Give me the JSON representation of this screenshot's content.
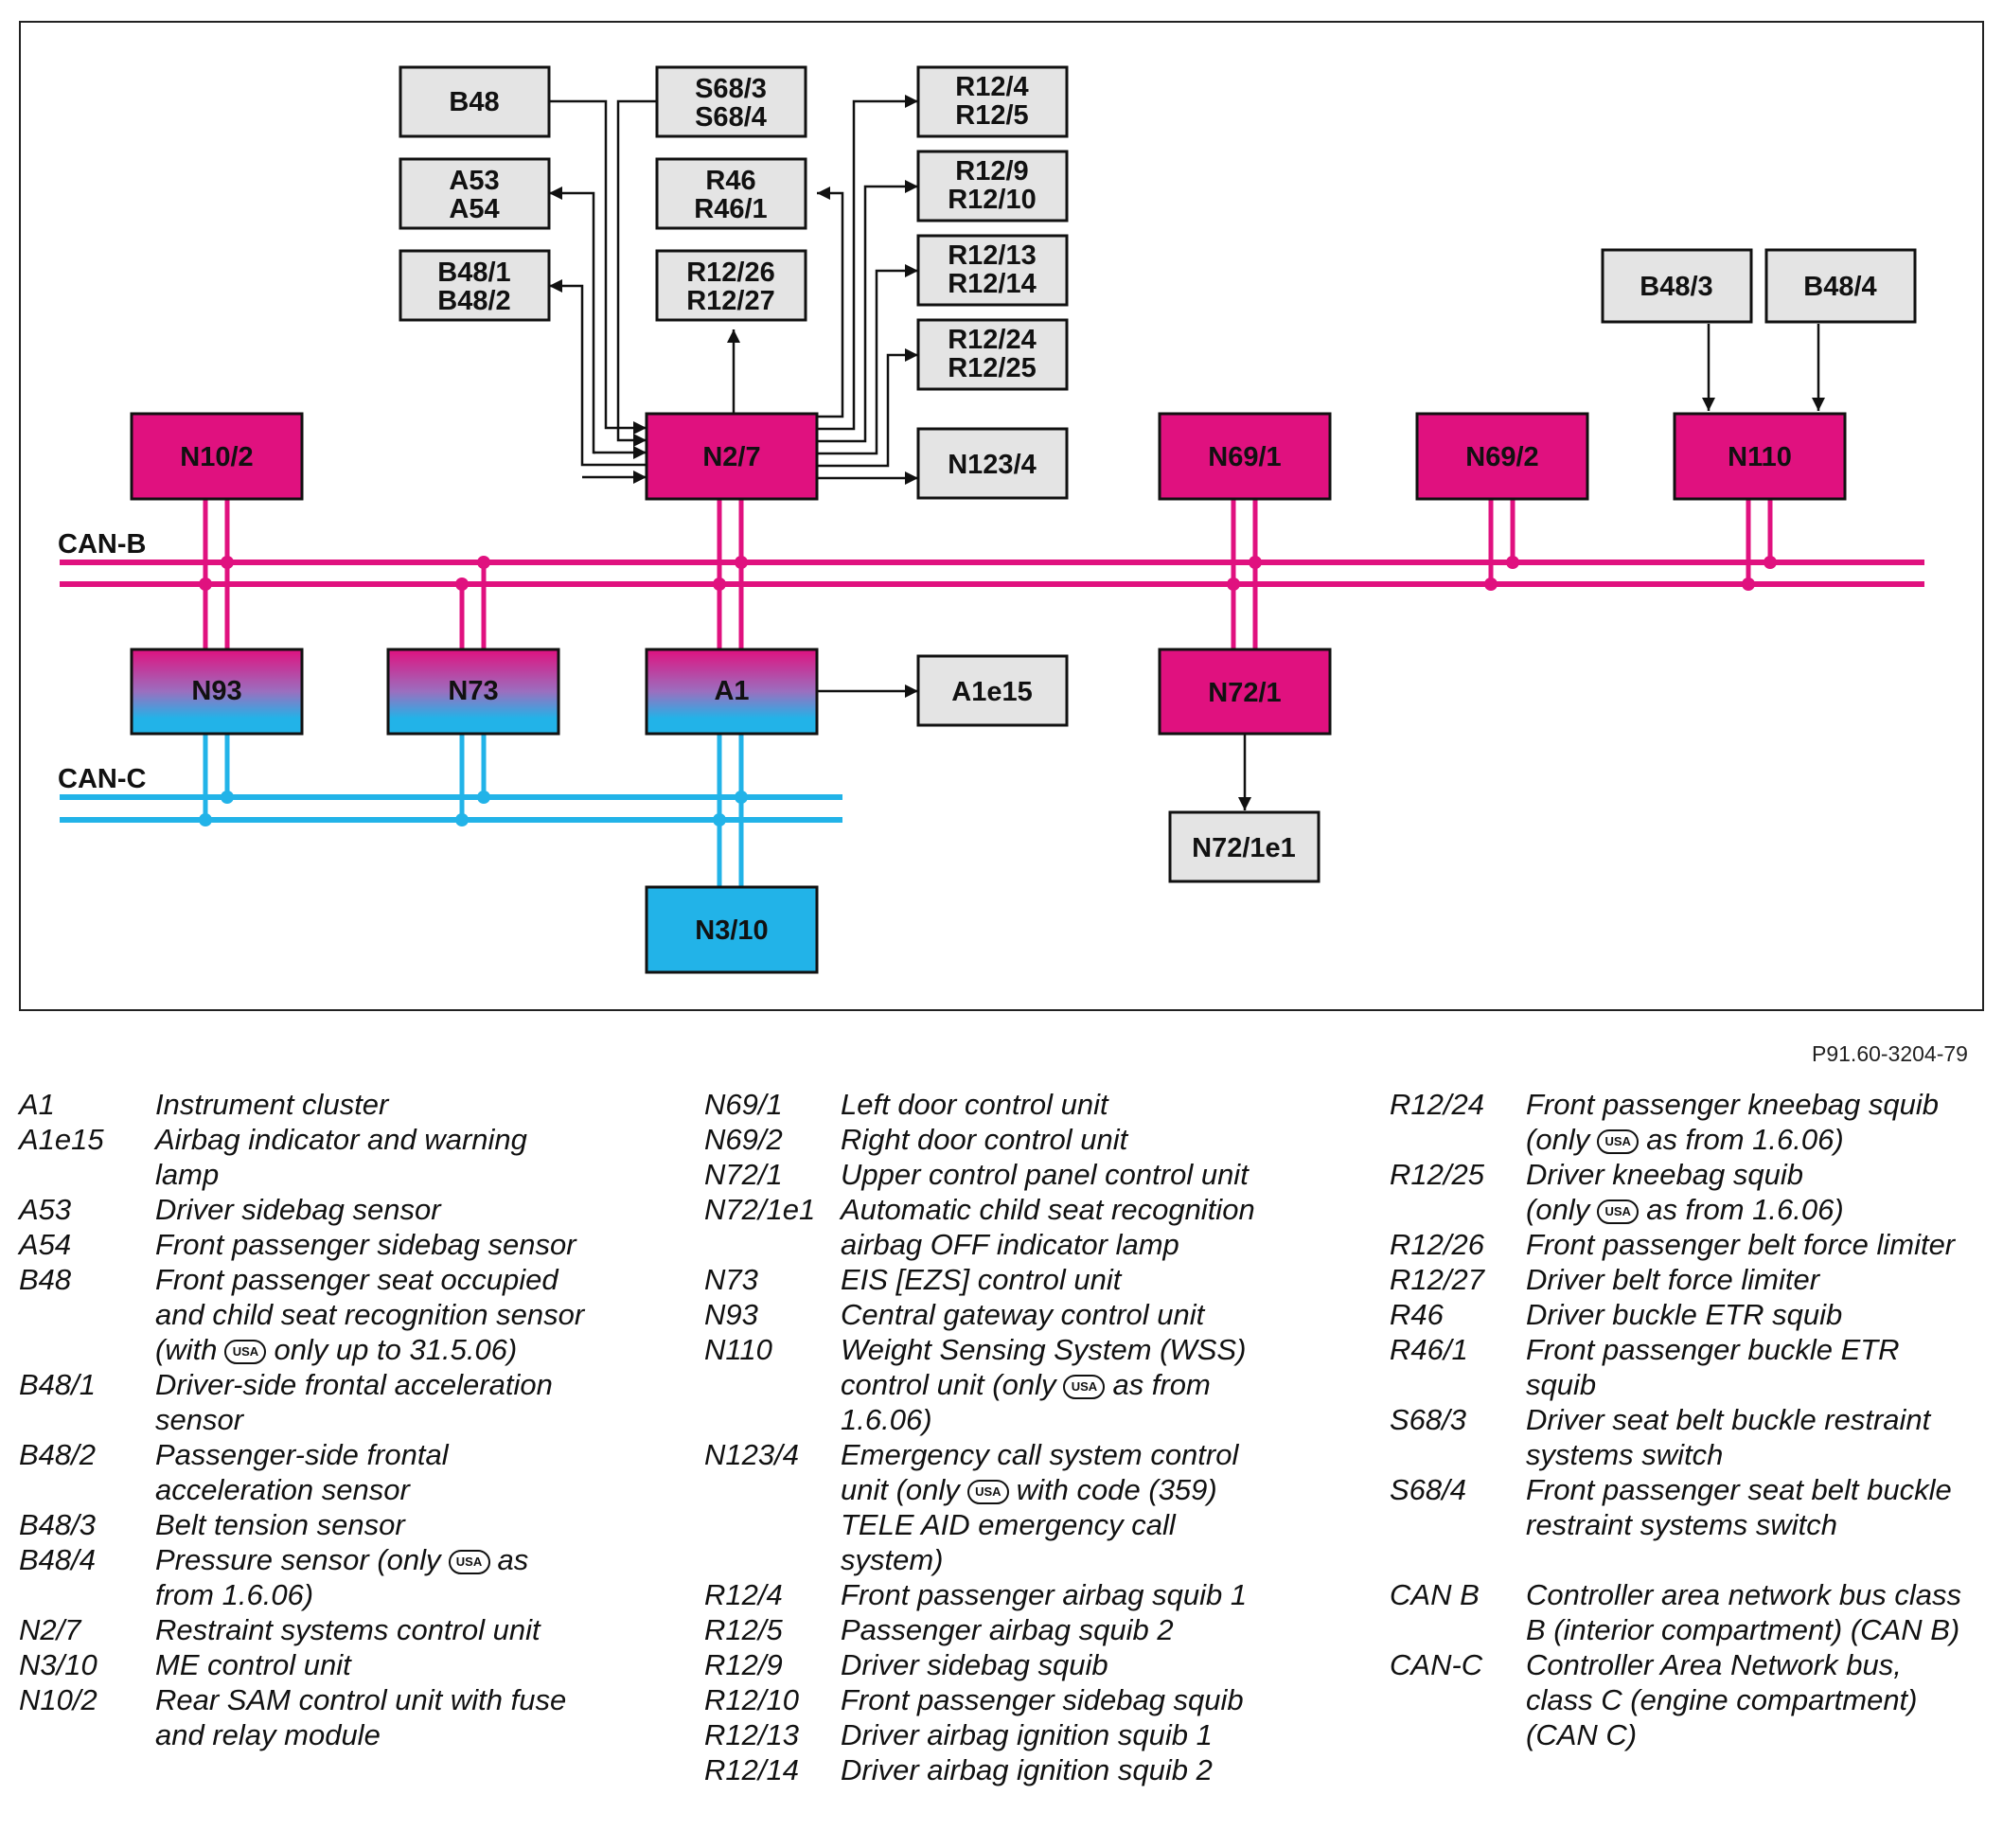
{
  "colors": {
    "can_b": "#e0117f",
    "can_c": "#22b3e8",
    "grey_box": "#e4e4e4",
    "line": "#111111"
  },
  "figure_ref": "P91.60-3204-79",
  "bus": {
    "can_b": "CAN-B",
    "can_c": "CAN-C"
  },
  "nodes": {
    "b48": "B48",
    "s68": [
      "S68/3",
      "S68/4"
    ],
    "r12_4_5": [
      "R12/4",
      "R12/5"
    ],
    "a53_a54": [
      "A53",
      "A54"
    ],
    "r46": [
      "R46",
      "R46/1"
    ],
    "r12_9_10": [
      "R12/9",
      "R12/10"
    ],
    "b48_1_2": [
      "B48/1",
      "B48/2"
    ],
    "r12_26_27": [
      "R12/26",
      "R12/27"
    ],
    "r12_13_14": [
      "R12/13",
      "R12/14"
    ],
    "r12_24_25": [
      "R12/24",
      "R12/25"
    ],
    "b48_3": "B48/3",
    "b48_4": "B48/4",
    "n10_2": "N10/2",
    "n2_7": "N2/7",
    "n123_4": "N123/4",
    "n69_1": "N69/1",
    "n69_2": "N69/2",
    "n110": "N110",
    "n93": "N93",
    "n73": "N73",
    "a1": "A1",
    "a1e15": "A1e15",
    "n72_1": "N72/1",
    "n72_1e1": "N72/1e1",
    "n3_10": "N3/10"
  },
  "legend": {
    "col1": [
      {
        "code": "A1",
        "desc": "Instrument cluster"
      },
      {
        "code": "A1e15",
        "lines": [
          "Airbag indicator and warning",
          "lamp"
        ]
      },
      {
        "code": "A53",
        "desc": "Driver sidebag sensor"
      },
      {
        "code": "A54",
        "desc": "Front passenger sidebag sensor"
      },
      {
        "code": "B48",
        "lines": [
          "Front passenger seat occupied",
          "and child seat recognition sensor"
        ],
        "usa_pre": "(with",
        "usa_post": "only up to 31.5.06)"
      },
      {
        "code": "B48/1",
        "lines": [
          "Driver-side frontal acceleration",
          "sensor"
        ]
      },
      {
        "code": "B48/2",
        "lines": [
          "Passenger-side frontal",
          "acceleration sensor"
        ]
      },
      {
        "code": "B48/3",
        "desc": "Belt tension sensor"
      },
      {
        "code": "B48/4",
        "usa_pre": "Pressure sensor (only",
        "usa_post": "as",
        "lines_after": [
          "from 1.6.06)"
        ]
      },
      {
        "code": "N2/7",
        "desc": "Restraint systems control unit"
      },
      {
        "code": "N3/10",
        "desc": "ME control unit"
      },
      {
        "code": "N10/2",
        "lines": [
          "Rear SAM control unit with fuse",
          "and relay module"
        ]
      }
    ],
    "col2": [
      {
        "code": "N69/1",
        "desc": "Left door control unit"
      },
      {
        "code": "N69/2",
        "desc": "Right door control unit"
      },
      {
        "code": "N72/1",
        "desc": "Upper control panel control unit"
      },
      {
        "code": "N72/1e1",
        "lines": [
          "Automatic child seat recognition",
          "airbag OFF indicator lamp"
        ]
      },
      {
        "code": "N73",
        "desc": "EIS [EZS] control unit"
      },
      {
        "code": "N93",
        "desc": "Central gateway control unit"
      },
      {
        "code": "N110",
        "lines": [
          "Weight Sensing System (WSS)"
        ],
        "usa_pre": "control unit (only",
        "usa_post": "as from",
        "lines_after": [
          "1.6.06)"
        ]
      },
      {
        "code": "N123/4",
        "lines": [
          "Emergency call system control"
        ],
        "usa_pre": "unit (only",
        "usa_post": "with code (359)",
        "lines_after": [
          "TELE AID emergency call",
          "system)"
        ]
      },
      {
        "code": "R12/4",
        "desc": "Front passenger airbag squib 1"
      },
      {
        "code": "R12/5",
        "desc": "Passenger airbag squib 2"
      },
      {
        "code": "R12/9",
        "desc": "Driver sidebag squib"
      },
      {
        "code": "R12/10",
        "desc": "Front passenger sidebag squib"
      },
      {
        "code": "R12/13",
        "desc": "Driver airbag ignition squib 1"
      },
      {
        "code": "R12/14",
        "desc": "Driver airbag ignition squib 2"
      }
    ],
    "col3": [
      {
        "code": "R12/24",
        "lines": [
          "Front passenger kneebag squib"
        ],
        "usa_pre": "(only",
        "usa_post": "as from 1.6.06)"
      },
      {
        "code": "R12/25",
        "lines": [
          "Driver kneebag squib"
        ],
        "usa_pre": "(only",
        "usa_post": "as from 1.6.06)"
      },
      {
        "code": "R12/26",
        "desc": "Front passenger belt force limiter"
      },
      {
        "code": "R12/27",
        "desc": "Driver belt force limiter"
      },
      {
        "code": "R46",
        "desc": "Driver buckle ETR squib"
      },
      {
        "code": "R46/1",
        "lines": [
          "Front passenger buckle ETR",
          "squib"
        ]
      },
      {
        "code": "S68/3",
        "lines": [
          "Driver seat belt buckle restraint",
          "systems switch"
        ]
      },
      {
        "code": "S68/4",
        "lines": [
          "Front passenger seat belt buckle",
          "restraint systems switch"
        ]
      },
      {
        "code": "CAN B",
        "lines": [
          "Controller area network bus class",
          "B (interior compartment) (CAN B)"
        ],
        "gap_before": true
      },
      {
        "code": "CAN-C",
        "lines": [
          "Controller Area Network bus,",
          "class C (engine compartment)",
          "(CAN C)"
        ]
      }
    ],
    "usa_badge": "USA"
  }
}
